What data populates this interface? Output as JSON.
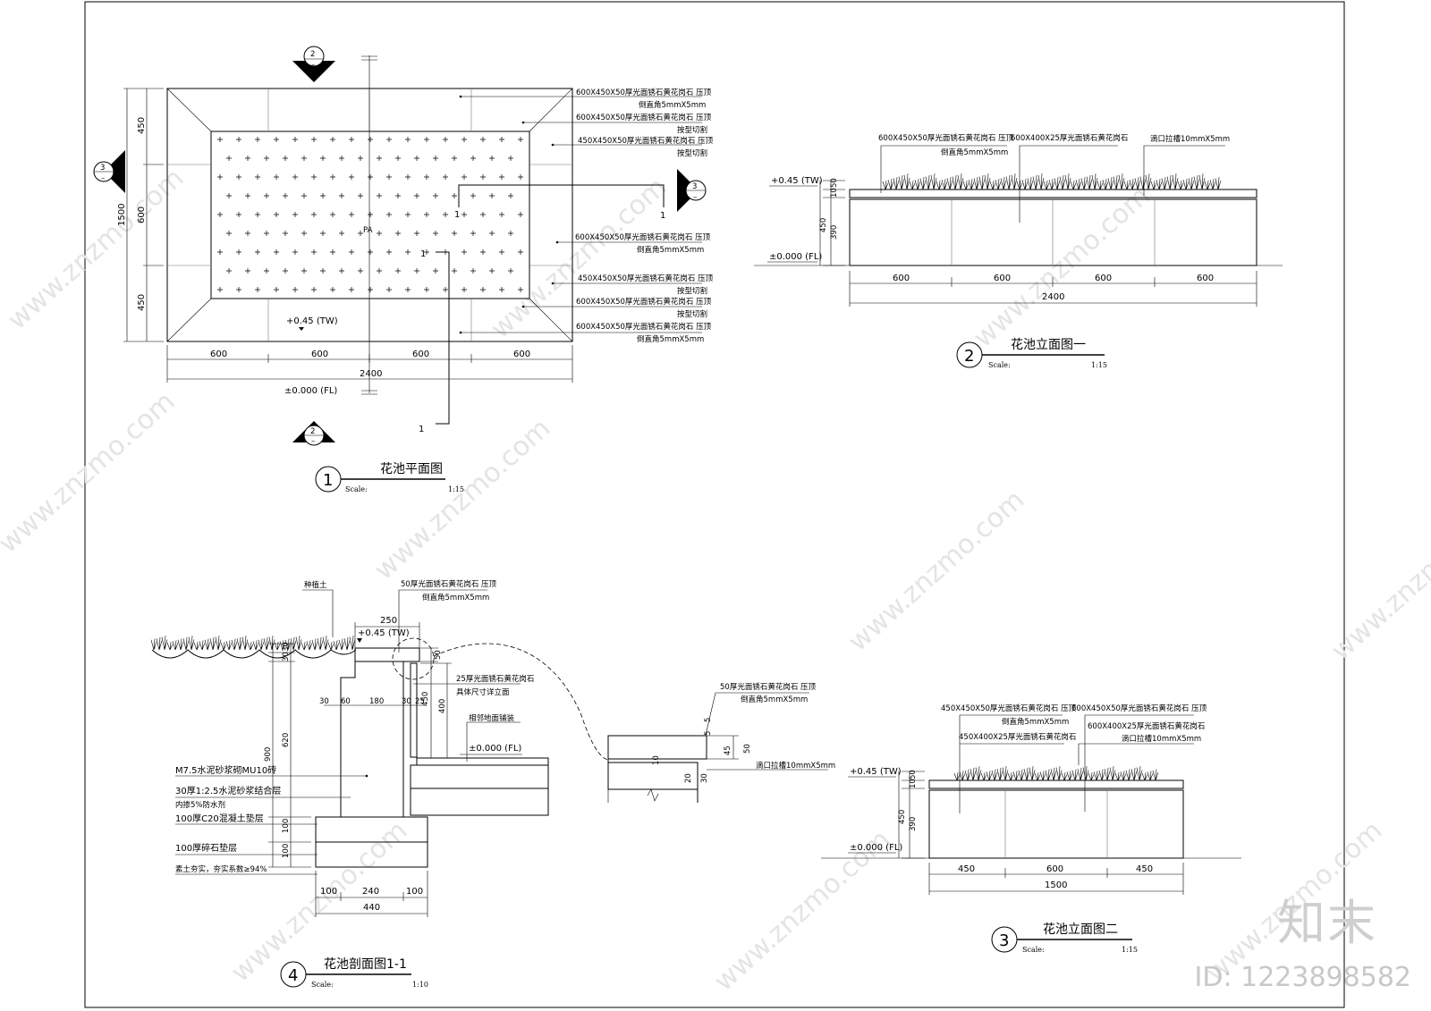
{
  "plan": {
    "title": "花池平面图",
    "number": "1",
    "scale_label": "Scale:",
    "scale": "1:15",
    "section_mark_top": "2",
    "section_mark_left": "3",
    "section_mark_right": "3",
    "section_mark_bottom": "2",
    "mark_sub": "–",
    "cut_label": "1",
    "pa": "PA",
    "elev_tw": "+0.45 (TW)",
    "elev_fl": "±0.000 (FL)",
    "dims_bottom": [
      "600",
      "600",
      "600",
      "600"
    ],
    "dim_total": "2400",
    "dims_left": [
      "450",
      "600",
      "450"
    ],
    "dim_left_total": "1500",
    "notes": [
      "600X450X50厚光面锈石黄花岗石  压顶",
      "倒直角5mmX5mm",
      "600X450X50厚光面锈石黄花岗石  压顶",
      "按型切割",
      "450X450X50厚光面锈石黄花岗石  压顶",
      "按型切割",
      "600X450X50厚光面锈石黄花岗石  压顶",
      "倒直角5mmX5mm",
      "450X450X50厚光面锈石黄花岗石  压顶",
      "按型切割",
      "600X450X50厚光面锈石黄花岗石  压顶",
      "按型切割",
      "600X450X50厚光面锈石黄花岗石  压顶",
      "倒直角5mmX5mm"
    ]
  },
  "elev1": {
    "title": "花池立面图一",
    "number": "2",
    "scale_label": "Scale:",
    "scale": "1:15",
    "note1": "600X450X50厚光面锈石黄花岗石  压顶",
    "note1b": "倒直角5mmX5mm",
    "note2": "600X400X25厚光面锈石黄花岗石",
    "note3": "滴口拉槽10mmX5mm",
    "elev_tw": "+0.45 (TW)",
    "elev_fl": "±0.000 (FL)",
    "dims_v": [
      "50",
      "10",
      "450",
      "390"
    ],
    "dims_bottom": [
      "600",
      "600",
      "600",
      "600"
    ],
    "dim_total": "2400"
  },
  "elev2": {
    "title": "花池立面图二",
    "number": "3",
    "scale_label": "Scale:",
    "scale": "1:15",
    "note1": "450X450X50厚光面锈石黄花岗石  压顶",
    "note1b": "倒直角5mmX5mm",
    "note2": "450X400X25厚光面锈石黄花岗石",
    "note3": "600X450X50厚光面锈石黄花岗石  压顶",
    "note4": "600X400X25厚光面锈石黄花岗石",
    "note5": "滴口拉槽10mmX5mm",
    "elev_tw": "+0.45 (TW)",
    "elev_fl": "±0.000 (FL)",
    "dims_v": [
      "50",
      "10",
      "450",
      "390"
    ],
    "dims_bottom": [
      "450",
      "600",
      "450"
    ],
    "dim_total": "1500"
  },
  "section": {
    "title": "花池剖面图1-1",
    "number": "4",
    "scale_label": "Scale:",
    "scale": "1:10",
    "soil": "种植土",
    "note_top": "50厚光面锈石黄花岗石  压顶",
    "note_top_b": "倒直角5mmX5mm",
    "note_side": "25厚光面锈石黄花岗石",
    "note_side_b": "具体尺寸详立面",
    "note_pave": "相邻地面铺装",
    "elev_tw": "+0.45 (TW)",
    "elev_fl": "±0.000 (FL)",
    "layers": [
      "M7.5水泥砂浆砌MU10砖",
      "30厚1:2.5水泥砂浆结合层",
      "内掺5%防水剂",
      "100厚C20混凝土垫层",
      "100厚碎石垫层",
      "素土夯实，夯实系数≥94%"
    ],
    "dims_top": [
      "250"
    ],
    "dims_mid": [
      "30",
      "60",
      "180",
      "30",
      "25"
    ],
    "dims_v_left": [
      "30",
      "30",
      "900",
      "620",
      "100",
      "100"
    ],
    "dims_v_right": [
      "50",
      "450",
      "400"
    ],
    "dims_bottom": [
      "100",
      "240",
      "100"
    ],
    "dim_total": "440"
  },
  "detail": {
    "note_top": "50厚光面锈石黄花岗石  压顶",
    "note_top_b": "倒直角5mmX5mm",
    "note_drip": "滴口拉槽10mmX5mm",
    "dims": [
      "5",
      "5",
      "45",
      "50",
      "10",
      "20",
      "30"
    ]
  },
  "watermark": {
    "site": "www.znzmo.com",
    "logo": "知末",
    "id": "ID: 1223898582"
  }
}
